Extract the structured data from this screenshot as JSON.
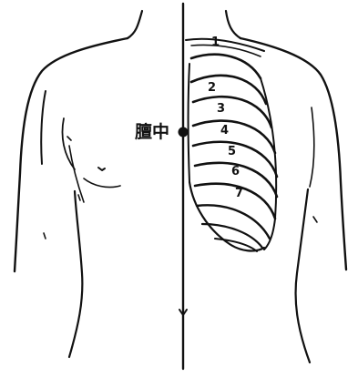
{
  "acupoint": {
    "label": "膻中"
  },
  "ribs": [
    {
      "number": "1"
    },
    {
      "number": "2"
    },
    {
      "number": "3"
    },
    {
      "number": "4"
    },
    {
      "number": "5"
    },
    {
      "number": "6"
    },
    {
      "number": "7"
    }
  ],
  "colors": {
    "ink": "#111111",
    "background": "#ffffff"
  }
}
